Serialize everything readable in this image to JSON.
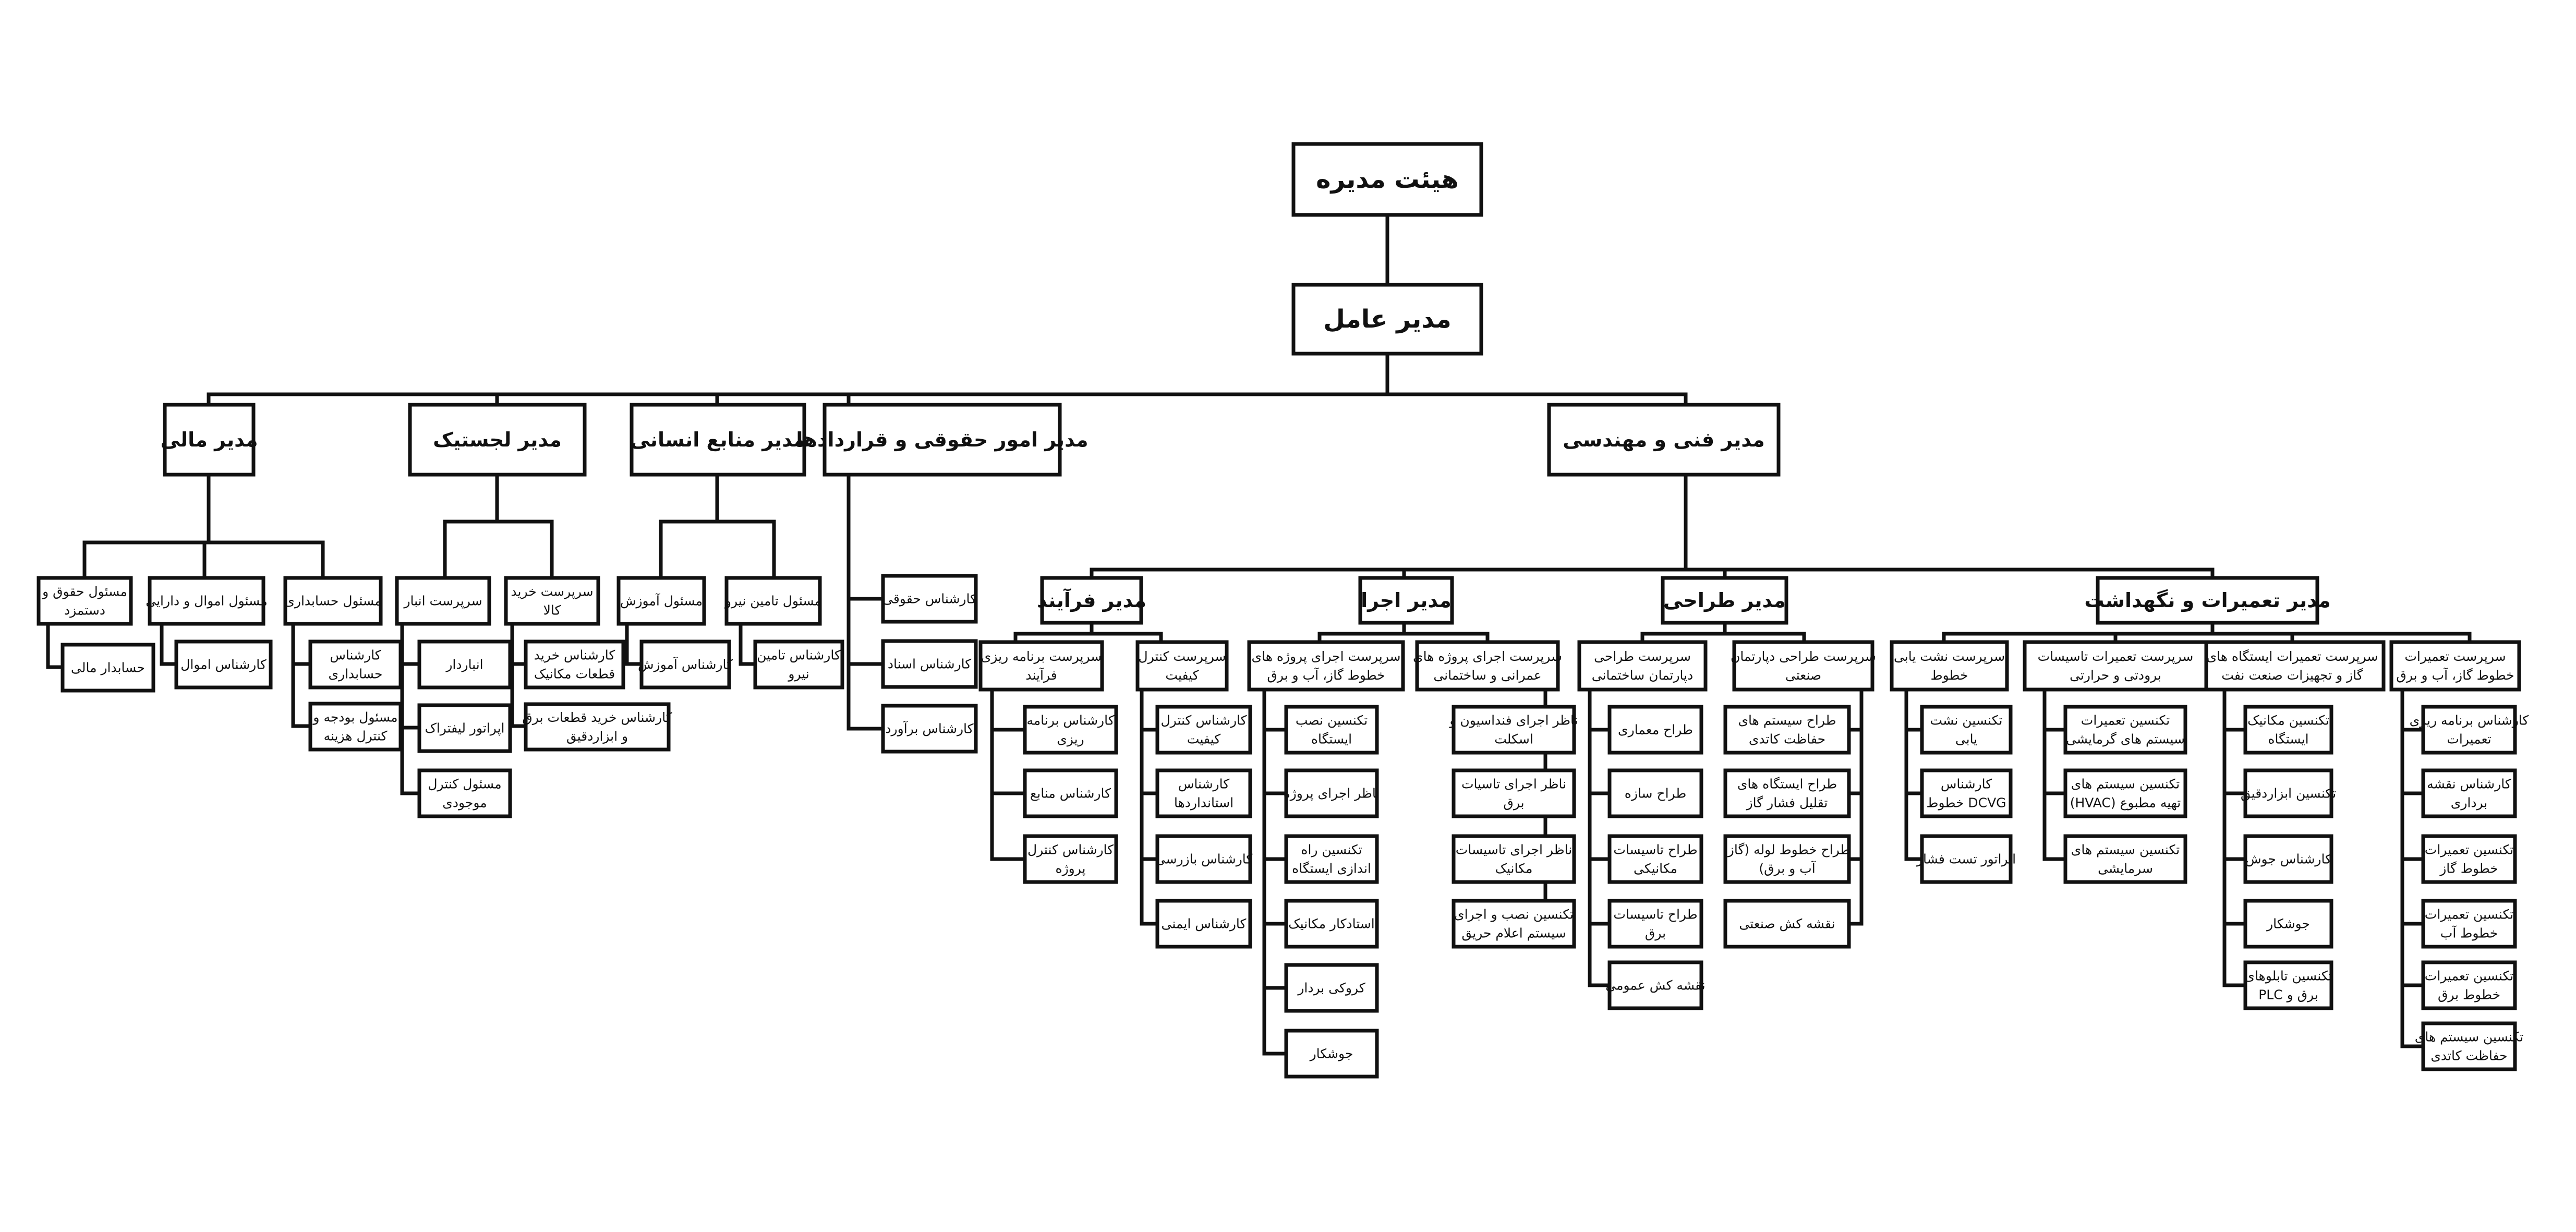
{
  "board": "هیئت مدیره",
  "ceo": "مدیر عامل",
  "top_managers": {
    "finance": "مدیر مالی",
    "logistics": "مدیر لجستیک",
    "hr": "مدیر منابع انسانی",
    "legal": "مدیر امور حقوقی و قراردادها",
    "technical": "مدیر فنی و مهندسی"
  },
  "finance": {
    "accounting_head": "مسئول حسابداری",
    "assets_head": "مسئول اموال و دارایی",
    "wages_head": [
      "مسئول حقوق و",
      "دستمزد"
    ],
    "accountant": [
      "کارشناس",
      "حسابداری"
    ],
    "budget_head": [
      "مسئول بودجه و",
      "کنترل هزینه"
    ],
    "assets_expert": "کارشناس اموال",
    "financial_clerk": "حسابدار مالی"
  },
  "logistics": {
    "purchase_supervisor": [
      "سرپرست خرید",
      "کالا"
    ],
    "warehouse_supervisor": "سرپرست انبار",
    "mech_parts_buyer": [
      "کارشناس خرید",
      "قطعات مکانیک"
    ],
    "elec_parts_buyer": [
      "کارشناس خرید قطعات برق",
      "و ابزاردقیق"
    ],
    "storekeeper": "انباردار",
    "forklift_operator": "اپراتور لیفتراک",
    "inventory_head": [
      "مسئول کنترل",
      "موجودی"
    ]
  },
  "hr": {
    "staffing_head": "مسئول تامین نیرو",
    "training_head": "مسئول آموزش",
    "staffing_expert": [
      "کارشناس تامین",
      "نیرو"
    ],
    "training_expert": "کارشناس آموزش"
  },
  "legal": {
    "legal_expert": "کارشناس حقوقی",
    "documents_expert": "کارشناس اسناد",
    "estimating_expert": "کارشناس برآورد"
  },
  "technical": {
    "maintenance_manager": "مدیر تعمیرات و نگهداشت",
    "design_manager": "مدیر طراحی",
    "execution_manager": "مدیر اجرا",
    "process_manager": "مدیر فرآیند"
  },
  "maintenance": {
    "line_repairs_supervisor": [
      "سرپرست تعمیرات",
      "خطوط گاز، آب و برق"
    ],
    "station_repairs_supervisor": [
      "سرپرست تعمیرات ایستگاه های",
      "گاز و تجهیزات صنعت نفت"
    ],
    "hvac_repairs_supervisor": [
      "سرپرست تعمیرات تاسیسات",
      "برودتی و حرارتی"
    ],
    "leak_test_supervisor": [
      "سرپرست نشت یابی",
      "خطوط"
    ],
    "line_staff": [
      [
        "کارشناس برنامه ریزی",
        "تعمیرات"
      ],
      [
        "کارشناس نقشه",
        "برداری"
      ],
      [
        "تکنسین تعمیرات",
        "خطوط گاز"
      ],
      [
        "تکنسین تعمیرات",
        "خطوط آب"
      ],
      [
        "تکنسین تعمیرات",
        "خطوط برق"
      ],
      [
        "تکنسین سیستم های",
        "حفاظت کاتدی"
      ]
    ],
    "station_staff": [
      [
        "تکنسین مکانیک",
        "ایستگاه"
      ],
      [
        "تکنسین ابزاردقیق"
      ],
      [
        "کارشناس جوش"
      ],
      [
        "جوشکار"
      ],
      [
        "تکنسین تابلوهای",
        "برق و PLC"
      ]
    ],
    "hvac_staff": [
      [
        "تکنسین تعمیرات",
        "سیستم های گرمایشی"
      ],
      [
        "تکنسین سیستم های",
        "تهیه مطبوع (HVAC)"
      ],
      [
        "تکنسین سیستم های",
        "سرمایشی"
      ]
    ],
    "leak_staff": [
      [
        "تکنسین نشت",
        "یابی"
      ],
      [
        "کارشناس",
        "DCVG خطوط"
      ],
      [
        "اپراتور تست فشار"
      ]
    ]
  },
  "design": {
    "industrial_design_supervisor": [
      "سرپرست طراحی دپارتمان",
      "صنعتی"
    ],
    "building_design_supervisor": [
      "سرپرست طراحی",
      "دپارتمان ساختمانی"
    ],
    "industrial_staff": [
      [
        "طراح سیستم های",
        "حفاظت کاتدی"
      ],
      [
        "طراح ایستگاه های",
        "تقلیل فشار گاز"
      ],
      [
        "طراح خطوط لوله (گاز،",
        "آب و برق)"
      ],
      [
        "نقشه کش صنعتی"
      ]
    ],
    "building_staff": [
      [
        "طراح معماری"
      ],
      [
        "طراح سازه"
      ],
      [
        "طراح تاسیسات",
        "مکانیکی"
      ],
      [
        "طراح تاسیسات",
        "برق"
      ],
      [
        "نقشه کش عمومی"
      ]
    ]
  },
  "execution": {
    "civil_supervisor": [
      "سرپرست اجرای پروژه های",
      "عمرانی و ساختمانی"
    ],
    "lines_supervisor": [
      "سرپرست اجرای پروژه های",
      "خطوط گاز، آب و برق"
    ],
    "civil_staff": [
      [
        "ناظر اجرای فنداسیون و",
        "اسکلت"
      ],
      [
        "ناظر اجرای تاسیات",
        "برق"
      ],
      [
        "ناظر اجرای تاسیسات",
        "مکانیک"
      ],
      [
        "تکنسین نصب و اجرای",
        "سیستم اعلام حریق"
      ]
    ],
    "lines_staff": [
      [
        "تکنسین نصب",
        "ایستگاه"
      ],
      [
        "ناظر اجرای پروژه"
      ],
      [
        "تکنسین راه",
        "اندازی ایستگاه"
      ],
      [
        "استادکار مکانیک"
      ],
      [
        "کروکی بردار"
      ],
      [
        "جوشکار"
      ]
    ]
  },
  "process": {
    "qc_supervisor": [
      "سرپرست کنترل",
      "کیفیت"
    ],
    "planning_supervisor": [
      "سرپرست برنامه ریزی",
      "فرآیند"
    ],
    "qc_staff": [
      [
        "کارشناس کنترل",
        "کیفیت"
      ],
      [
        "کارشناس",
        "استانداردها"
      ],
      [
        "کارشناس بازرسی"
      ],
      [
        "کارشناس ایمنی"
      ]
    ],
    "planning_staff": [
      [
        "کارشناس برنامه",
        "ریزی"
      ],
      [
        "کارشناس منابع"
      ],
      [
        "کارشناس کنترل",
        "پروژه"
      ]
    ]
  }
}
